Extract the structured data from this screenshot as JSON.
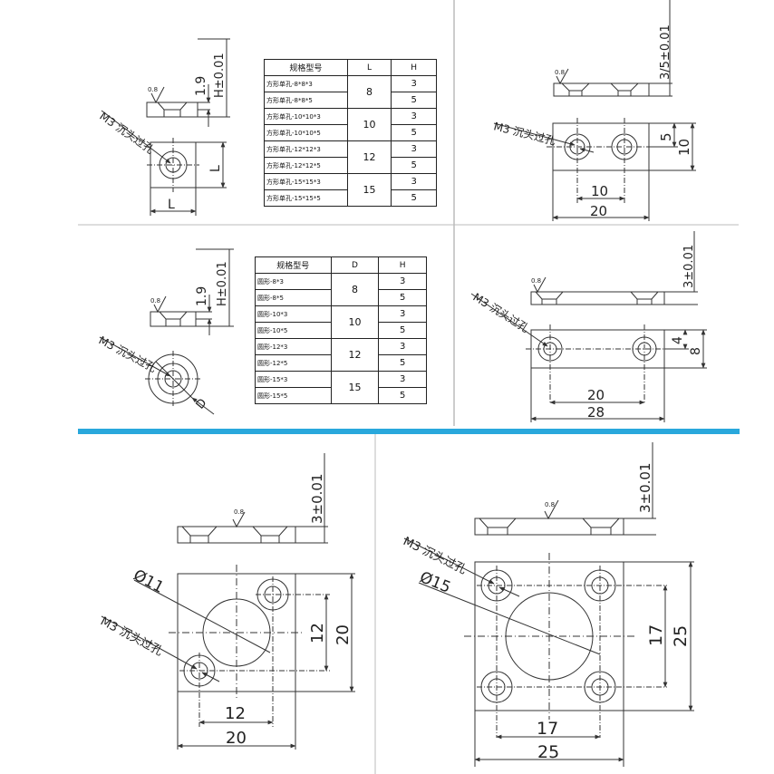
{
  "panel_square_single": {
    "roughness": "0.8",
    "dim_thickness": "1.9",
    "dim_height_tol": "H±0.01",
    "hole_label": "M3 沉头过孔",
    "dim_side": "L",
    "dim_bottom": "L",
    "table": {
      "headers": [
        "规格型号",
        "L",
        "H"
      ],
      "rows": [
        {
          "name": "方形单孔-8*8*3",
          "h": "3"
        },
        {
          "name": "方形单孔-8*8*5",
          "h": "5"
        },
        {
          "name": "方形单孔-10*10*3",
          "h": "3"
        },
        {
          "name": "方形单孔-10*10*5",
          "h": "5"
        },
        {
          "name": "方形单孔-12*12*3",
          "h": "3"
        },
        {
          "name": "方形单孔-12*12*5",
          "h": "5"
        },
        {
          "name": "方形单孔-15*15*3",
          "h": "3"
        },
        {
          "name": "方形单孔-15*15*5",
          "h": "5"
        }
      ],
      "groups": [
        "8",
        "10",
        "12",
        "15"
      ]
    }
  },
  "panel_rect_10x20": {
    "roughness": "0.8",
    "dim_height_tol": "3/5±0.01",
    "hole_label": "M3 沉头过孔",
    "dim_inner_h": "5",
    "dim_outer_h": "10",
    "dim_pitch": "10",
    "dim_length": "20"
  },
  "panel_round_single": {
    "roughness": "0.8",
    "dim_thickness": "1.9",
    "dim_height_tol": "H±0.01",
    "hole_label": "M3 沉头过孔",
    "dim_diameter": "D",
    "table": {
      "headers": [
        "规格型号",
        "D",
        "H"
      ],
      "rows": [
        {
          "name": "圆形-8*3",
          "h": "3"
        },
        {
          "name": "圆形-8*5",
          "h": "5"
        },
        {
          "name": "圆形-10*3",
          "h": "3"
        },
        {
          "name": "圆形-10*5",
          "h": "5"
        },
        {
          "name": "圆形-12*3",
          "h": "3"
        },
        {
          "name": "圆形-12*5",
          "h": "5"
        },
        {
          "name": "圆形-15*3",
          "h": "3"
        },
        {
          "name": "圆形-15*5",
          "h": "5"
        }
      ],
      "groups": [
        "8",
        "10",
        "12",
        "15"
      ]
    }
  },
  "panel_rect_8x28": {
    "roughness": "0.8",
    "dim_height_tol": "3±0.01",
    "hole_label": "M3 沉头过孔",
    "dim_inner_h": "4",
    "dim_outer_h": "8",
    "dim_pitch": "20",
    "dim_length": "28"
  },
  "panel_square_20": {
    "roughness": "0.8",
    "dim_height_tol": "3±0.01",
    "dim_bore": "Ø11",
    "hole_label": "M3 沉头过孔",
    "dim_pitch_v": "12",
    "dim_outer_v": "20",
    "dim_pitch_h": "12",
    "dim_outer_h": "20"
  },
  "panel_square_25": {
    "roughness": "0.8",
    "dim_height_tol": "3±0.01",
    "hole_label": "M3 沉头过孔",
    "dim_bore": "Ø15",
    "dim_pitch_v": "17",
    "dim_outer_v": "25",
    "dim_pitch_h": "17",
    "dim_outer_h": "25"
  },
  "colors": {
    "line": "#333333",
    "separator": "#29a8dc",
    "divider": "#9a9a9a"
  }
}
